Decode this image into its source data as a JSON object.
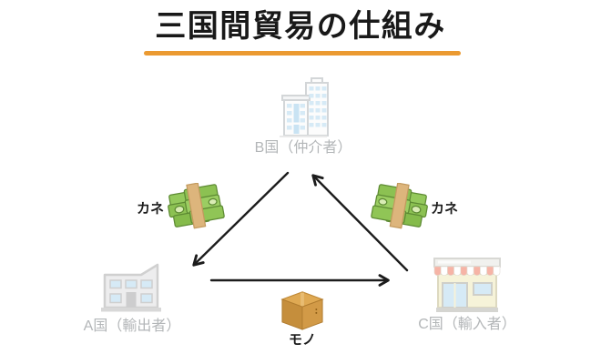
{
  "title": "三国間貿易の仕組み",
  "colors": {
    "accent_underline": "#EB9A31",
    "arrow": "#1c1c1c",
    "node_label_gray": "#b3b6b8",
    "flow_label_black": "#1d1d1d",
    "money_green": "#8cc152",
    "box_brown": "#d29a47"
  },
  "nodes": [
    {
      "id": "B",
      "label": "B国（仲介者）",
      "icon": "office-buildings-icon"
    },
    {
      "id": "A",
      "label": "A国（輸出者）",
      "icon": "company-building-icon"
    },
    {
      "id": "C",
      "label": "C国（輸入者）",
      "icon": "storefront-icon"
    }
  ],
  "flows": [
    {
      "from": "B",
      "to": "A",
      "label": "カネ",
      "icon": "money-bundle-icon"
    },
    {
      "from": "C",
      "to": "B",
      "label": "カネ",
      "icon": "money-bundle-icon"
    },
    {
      "from": "A",
      "to": "C",
      "label": "モノ",
      "icon": "package-box-icon"
    }
  ]
}
